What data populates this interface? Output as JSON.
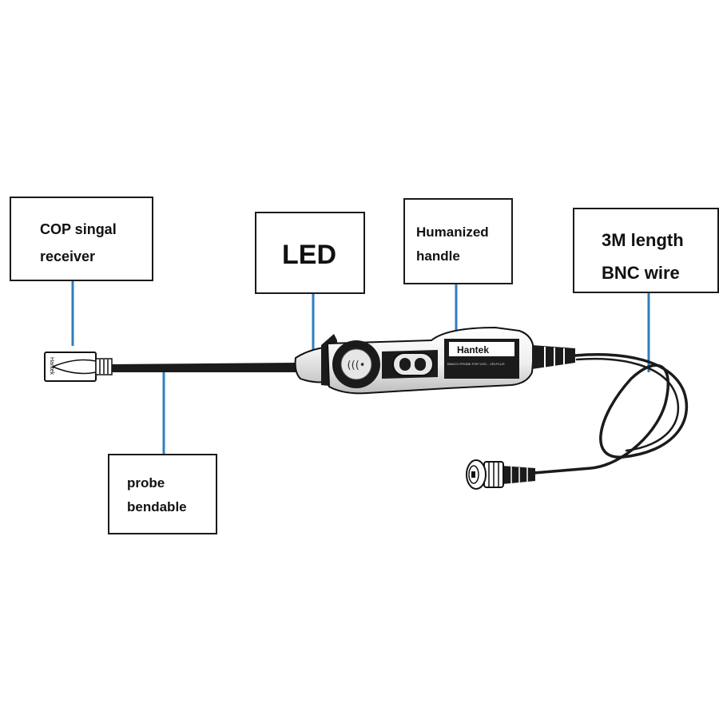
{
  "callouts": {
    "cop_receiver": {
      "line1": "COP singal",
      "line2": "receiver"
    },
    "led": {
      "line1": "LED"
    },
    "handle": {
      "line1": "Humanized",
      "line2": "handle"
    },
    "bnc_wire": {
      "line1": "3M length",
      "line2": "BNC wire"
    },
    "probe": {
      "line1": "probe",
      "line2": "bendable"
    }
  },
  "device": {
    "brand": "Hantek",
    "receiver_marking": "Hantek",
    "model_text": "BNNCO PROBE FOR VOS... VRI-PLUS"
  },
  "colors": {
    "leader_line": "#2f7ec0",
    "cable": "#1b1b1b",
    "outline": "#111111",
    "handle_light": "#f2f2f2",
    "handle_shade": "#bdbdbd"
  }
}
